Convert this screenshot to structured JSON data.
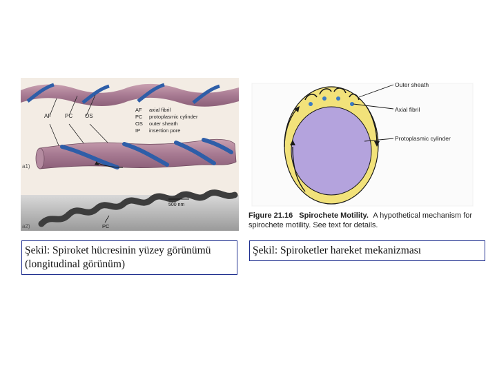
{
  "left_figure": {
    "labels": {
      "af": "AF",
      "pc": "PC",
      "os": "OS",
      "pc_lower": "PC"
    },
    "legend": [
      {
        "abbr": "AF",
        "text": "axial fibril"
      },
      {
        "abbr": "PC",
        "text": "protoplasmic cylinder"
      },
      {
        "abbr": "OS",
        "text": "outer sheath"
      },
      {
        "abbr": "IP",
        "text": "insertion pore"
      }
    ],
    "panel_a": "a1)",
    "panel_b": "a2)",
    "scale_bar": "500 nm"
  },
  "right_figure": {
    "labels": {
      "outer_sheath": "Outer sheath",
      "axial_fibril": "Axial fibril",
      "protoplasmic_cylinder": "Protoplasmic cylinder"
    },
    "figure_number": "Figure 21.16",
    "figure_title": "Spirochete Motility.",
    "caption_line1_rest": "A hypothetical mechanism for",
    "caption_line2": "spirochete motility. See text for details."
  },
  "captions": {
    "left": "Şekil: Spiroket hücresinin  yüzey görünümü (longitudinal görünüm)",
    "right": "Şekil: Spiroketler hareket mekanizması"
  },
  "colors": {
    "outer_sheath": "#f2e27a",
    "protoplasmic_cylinder": "#b4a3dd",
    "arrow": "#1a1a1a",
    "fibril_dot": "#3b7bc4",
    "caption_border": "#1f2f8f"
  }
}
